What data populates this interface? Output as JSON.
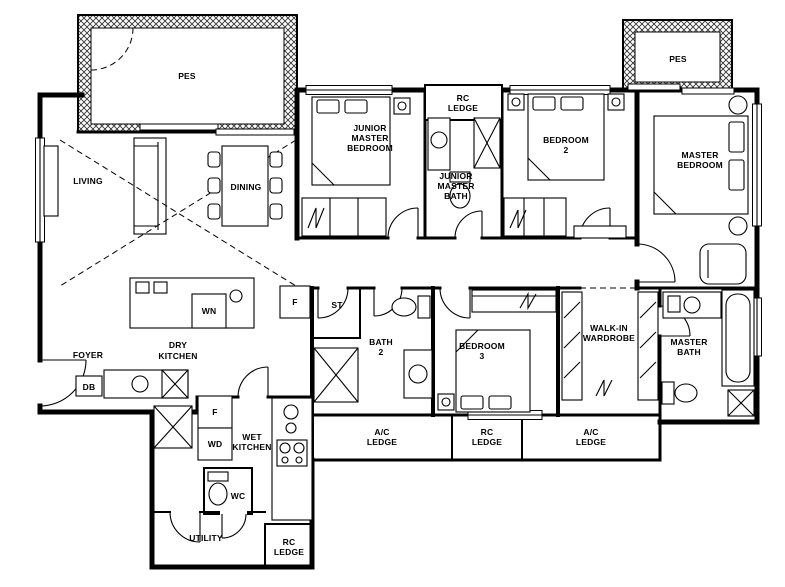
{
  "rooms": {
    "pes_left": "PES",
    "pes_right": "PES",
    "living": "LIVING",
    "dining": "DINING",
    "junior_master_bedroom": [
      "JUNIOR",
      "MASTER",
      "BEDROOM"
    ],
    "rc_ledge_top": [
      "RC",
      "LEDGE"
    ],
    "junior_master_bath": [
      "JUNIOR",
      "MASTER",
      "BATH"
    ],
    "bedroom_2": [
      "BEDROOM",
      "2"
    ],
    "master_bedroom": [
      "MASTER",
      "BEDROOM"
    ],
    "foyer": "FOYER",
    "dry_kitchen": [
      "DRY",
      "KITCHEN"
    ],
    "wine_chiller": "WN",
    "fridge_upper": "F",
    "store": "ST",
    "bath_2": [
      "BATH",
      "2"
    ],
    "bedroom_3": [
      "BEDROOM",
      "3"
    ],
    "walk_in_wardrobe": [
      "WALK-IN",
      "WARDROBE"
    ],
    "master_bath": [
      "MASTER",
      "BATH"
    ],
    "db": "DB",
    "fridge_lower": "F",
    "washer_dryer": "WD",
    "wet_kitchen": [
      "WET",
      "KITCHEN"
    ],
    "wc": "WC",
    "utility": "UTILITY",
    "rc_ledge_bottom": [
      "RC",
      "LEDGE"
    ],
    "ac_ledge_left": [
      "A/C",
      "LEDGE"
    ],
    "rc_ledge_mid": [
      "RC",
      "LEDGE"
    ],
    "ac_ledge_right": [
      "A/C",
      "LEDGE"
    ]
  },
  "colors": {
    "wall": "#000000",
    "paper": "#ffffff",
    "hatch": "#333333"
  }
}
